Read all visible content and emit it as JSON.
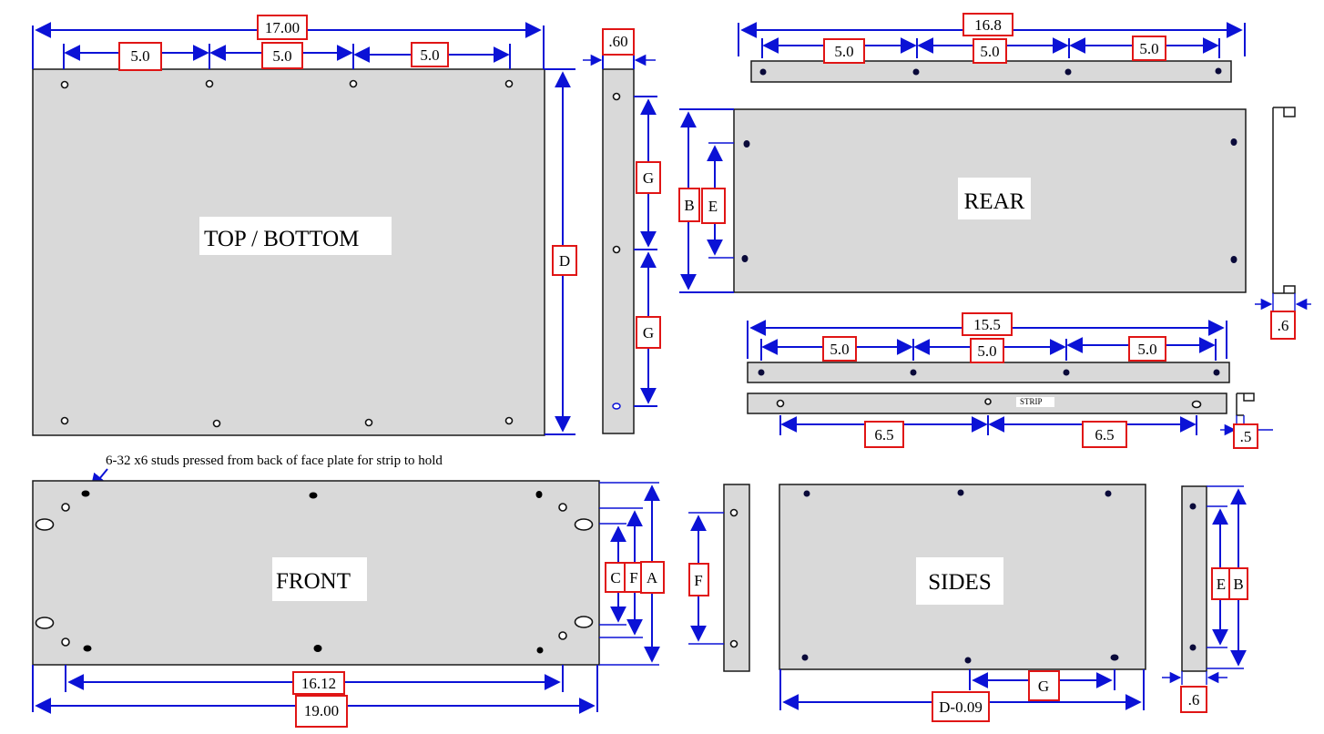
{
  "views": {
    "top_bottom": "TOP / BOTTOM",
    "rear": "REAR",
    "front": "FRONT",
    "sides": "SIDES",
    "strip": "STRIP"
  },
  "note": "6-32 x6 studs pressed from back of face plate for strip to hold",
  "dims": {
    "top_overall": "17.00",
    "top_seg1": "5.0",
    "top_seg2": "5.0",
    "top_seg3": "5.0",
    "top_flange": ".60",
    "top_depth": "D",
    "top_g1": "G",
    "top_g2": "G",
    "rear_overall": "16.8",
    "rear_seg1": "5.0",
    "rear_seg2": "5.0",
    "rear_seg3": "5.0",
    "rear_b": "B",
    "rear_e": "E",
    "rear_flange": ".6",
    "strip_overall": "15.5",
    "strip_seg1": "5.0",
    "strip_seg2": "5.0",
    "strip_seg3": "5.0",
    "strip_half1": "6.5",
    "strip_half2": "6.5",
    "strip_flange": ".5",
    "front_c": "C",
    "front_f": "F",
    "front_a": "A",
    "front_inner": "16.12",
    "front_overall": "19.00",
    "front_side_f": "F",
    "sides_e": "E",
    "sides_b": "B",
    "sides_g": "G",
    "sides_depth": "D-0.09",
    "sides_flange": ".6"
  }
}
